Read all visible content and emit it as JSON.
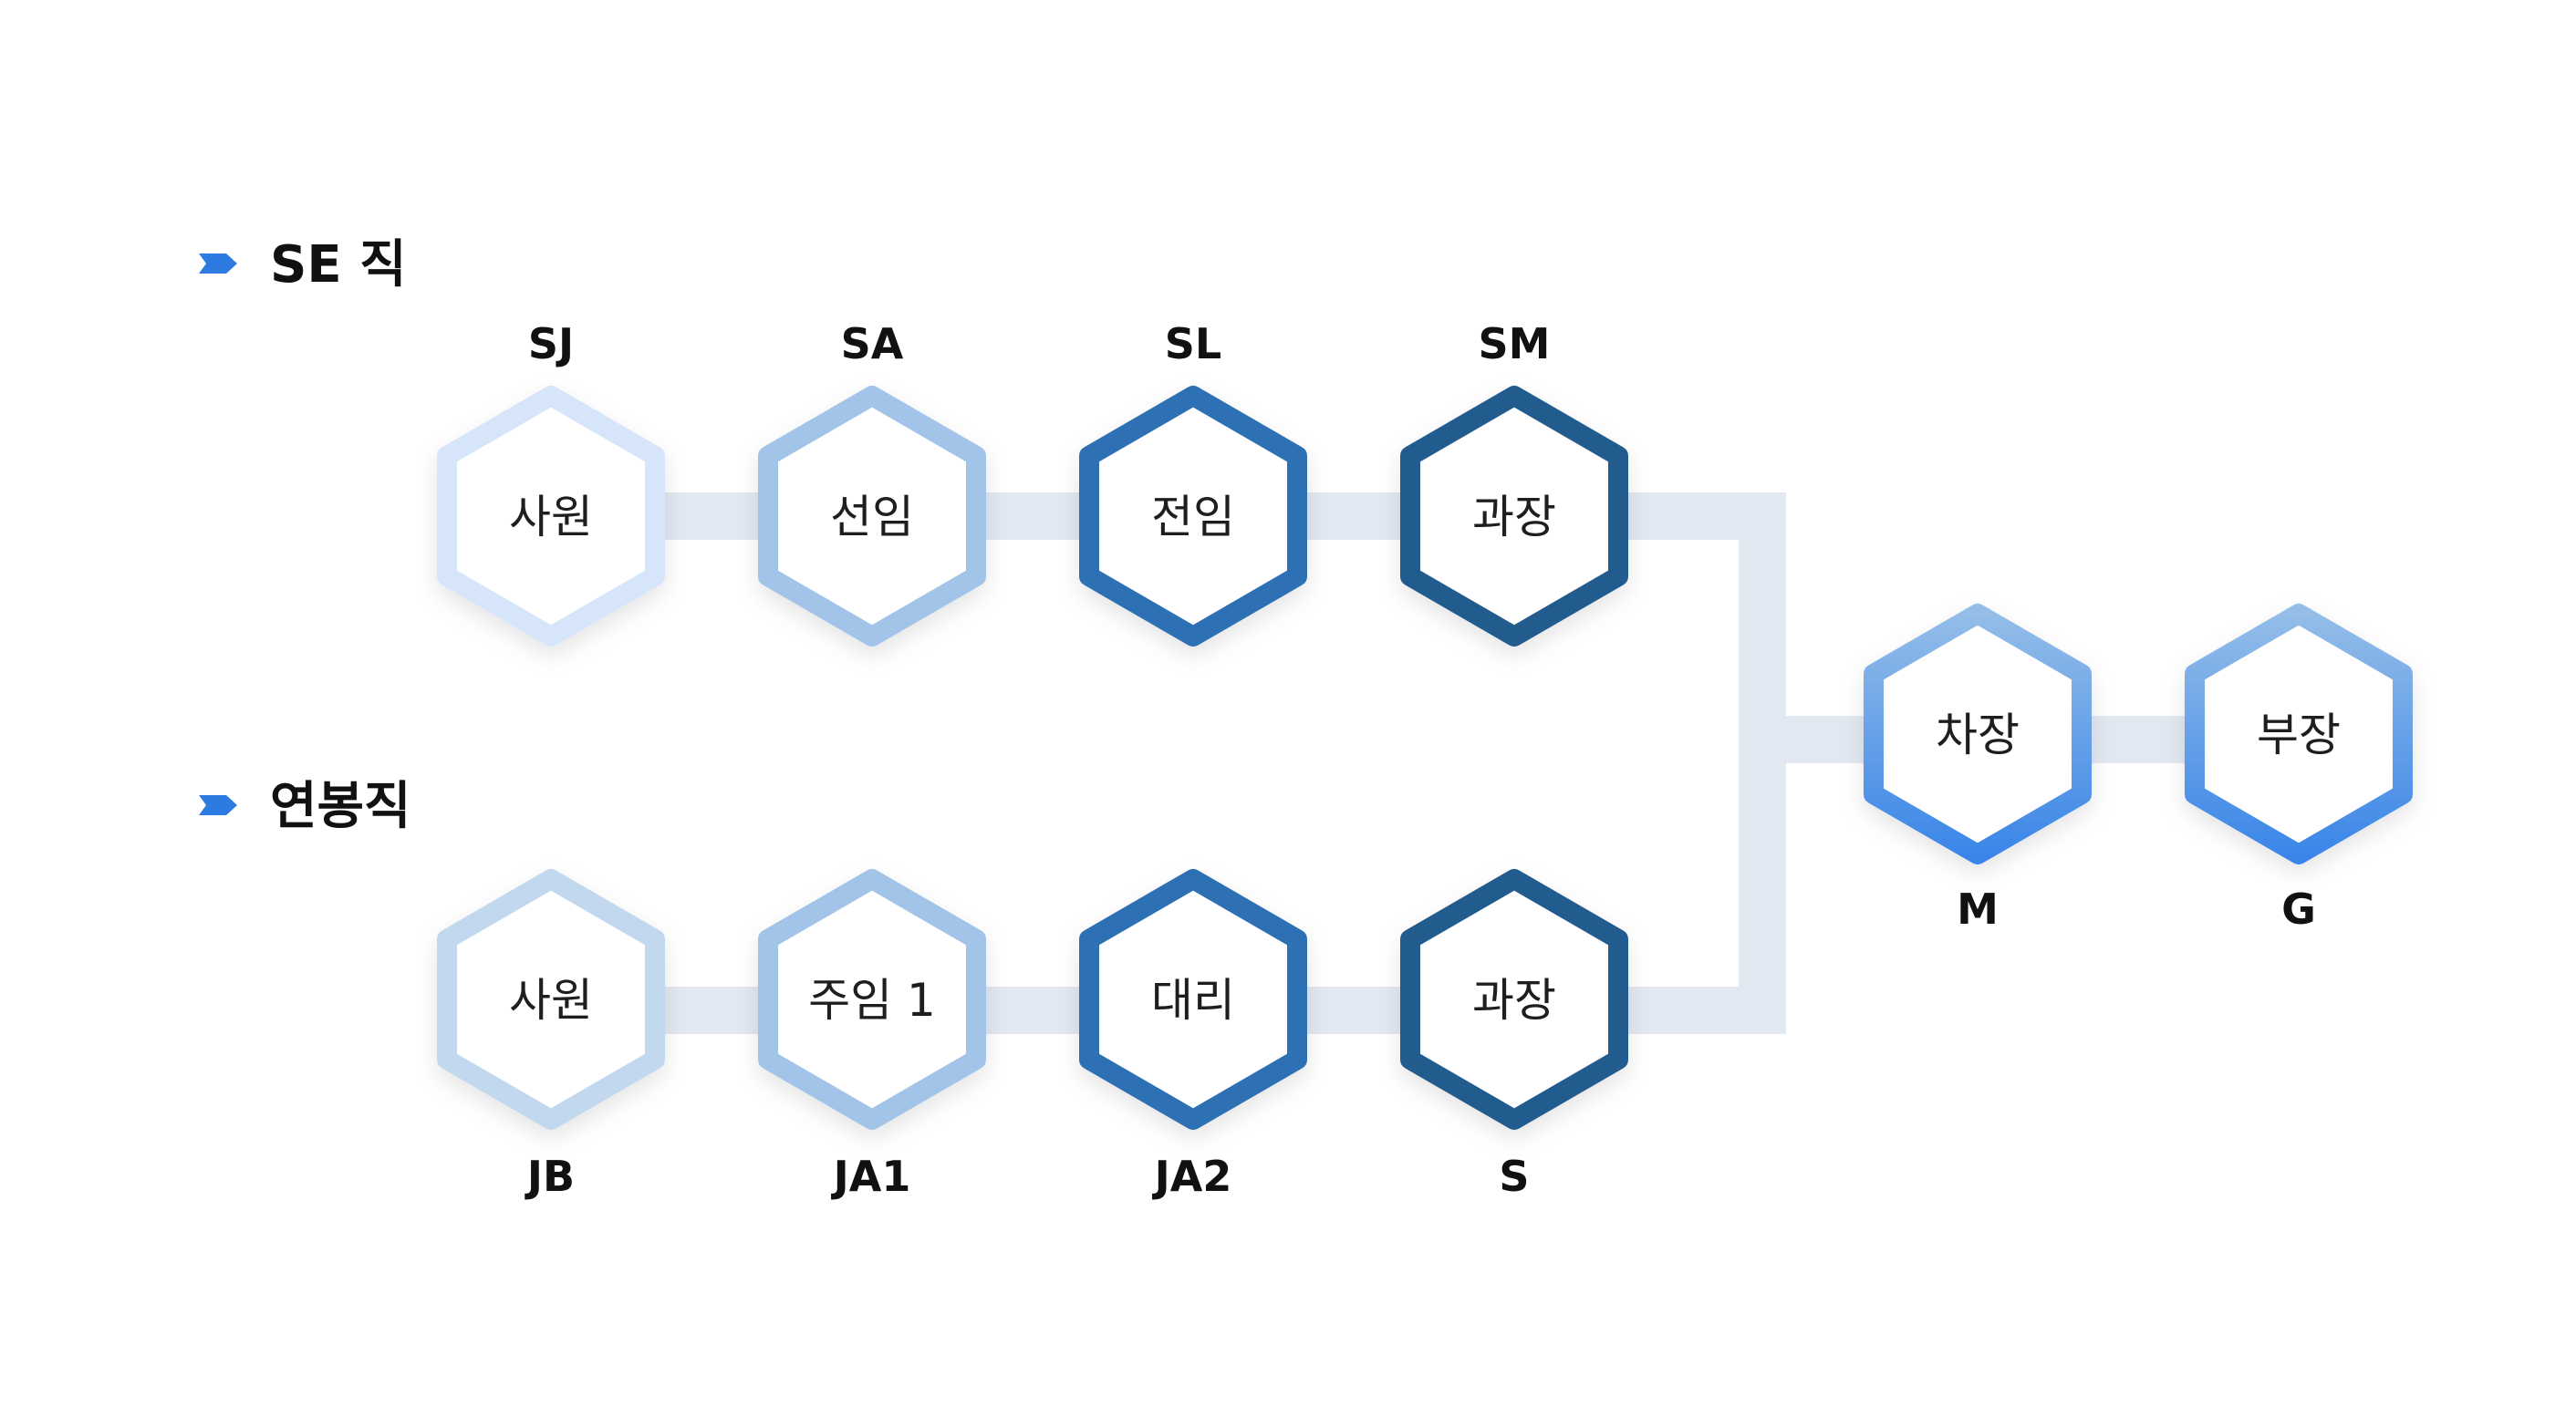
{
  "sections": [
    {
      "id": "se",
      "title": "SE 직"
    },
    {
      "id": "salary",
      "title": "연봉직"
    }
  ],
  "colors": {
    "connector": "#e2e8f1",
    "arrow": "#2d7be0",
    "text": "#111111",
    "level1_light": "#d6e5fa",
    "level1_salary": "#c2d8ef",
    "level2": "#a1c4e8",
    "level3": "#2d6fb4",
    "level4": "#245b8e",
    "top_gradient_start": "#94bde8",
    "top_gradient_end": "#3b86e8"
  },
  "se_track": [
    {
      "code": "SJ",
      "label": "사원",
      "color": "#d6e5fa"
    },
    {
      "code": "SA",
      "label": "선임",
      "color": "#a1c4e8"
    },
    {
      "code": "SL",
      "label": "전임",
      "color": "#2d6fb4"
    },
    {
      "code": "SM",
      "label": "과장",
      "color": "#245b8e"
    }
  ],
  "salary_track": [
    {
      "code": "JB",
      "label": "사원",
      "color": "#c2d8ef"
    },
    {
      "code": "JA1",
      "label": "주임 1",
      "color": "#a1c4e8"
    },
    {
      "code": "JA2",
      "label": "대리",
      "color": "#2d6fb4"
    },
    {
      "code": "S",
      "label": "과장",
      "color": "#245b8e"
    }
  ],
  "merged_track": [
    {
      "code": "M",
      "label": "차장"
    },
    {
      "code": "G",
      "label": "부장"
    }
  ]
}
